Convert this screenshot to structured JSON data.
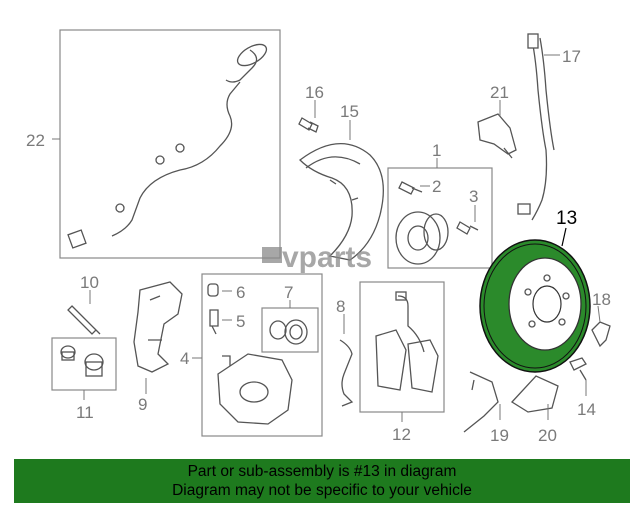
{
  "diagram": {
    "callouts": [
      "1",
      "2",
      "3",
      "4",
      "5",
      "6",
      "7",
      "8",
      "9",
      "10",
      "11",
      "12",
      "13",
      "14",
      "15",
      "16",
      "17",
      "18",
      "19",
      "20",
      "21",
      "22"
    ],
    "highlighted_part": "13",
    "watermark": "vparts"
  },
  "footer": {
    "line1": "Part or sub-assembly is #13 in diagram",
    "line2": "Diagram may not be specific to your vehicle",
    "background": "#1e7a1e"
  }
}
